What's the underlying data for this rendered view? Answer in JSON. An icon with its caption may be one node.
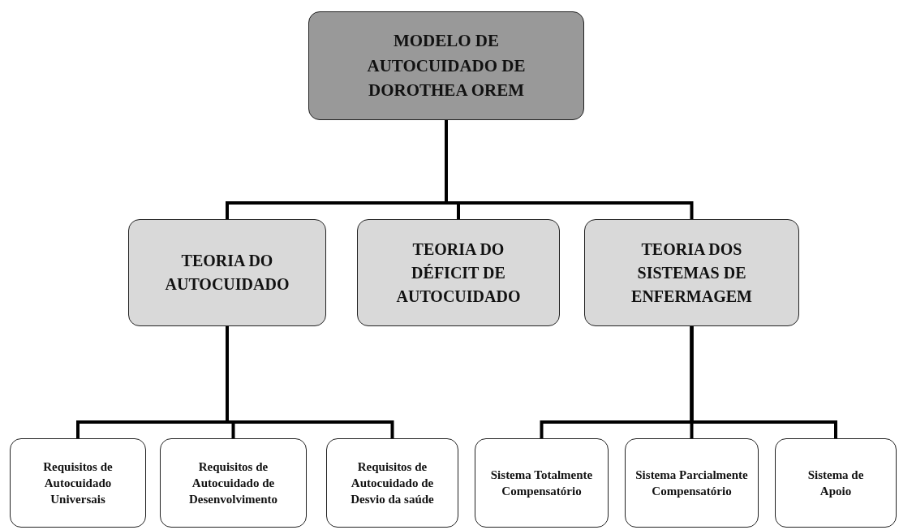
{
  "diagram": {
    "nodes": [
      {
        "text": [
          "MODELO DE AUTOCUIDADO DE DOROTHEA OREM"
        ]
      },
      {
        "text": [
          "TEORIA DO AUTOCUIDADO"
        ]
      },
      {
        "text": [
          "TEORIA DO DÉFICIT DE AUTOCUIDADO"
        ]
      },
      {
        "text": [
          "TEORIA DOS SISTEMAS DE ENFERMAGEM"
        ]
      },
      {
        "text": [
          "Requisitos de Autocuidado Universais"
        ]
      },
      {
        "text": [
          "Requisitos de Autocuidado de Desenvolvimento"
        ]
      },
      {
        "text": [
          "Requisitos de Autocuidado de Desvio da saúde"
        ]
      },
      {
        "text": [
          "Sistema Totalmente Compensatório"
        ]
      },
      {
        "text": [
          "Sistema Parcialmente Compensatório"
        ]
      },
      {
        "text": [
          "Sistema de Apoio"
        ]
      }
    ],
    "edges": [
      {
        "from": 0,
        "to": 1,
        "arrow": "none"
      },
      {
        "from": 0,
        "to": 2,
        "arrow": "none"
      },
      {
        "from": 0,
        "to": 3,
        "arrow": "none"
      },
      {
        "from": 1,
        "to": 4,
        "arrow": "none"
      },
      {
        "from": 1,
        "to": 5,
        "arrow": "none"
      },
      {
        "from": 1,
        "to": 6,
        "arrow": "none"
      },
      {
        "from": 3,
        "to": 7,
        "arrow": "none"
      },
      {
        "from": 3,
        "to": 8,
        "arrow": "none"
      },
      {
        "from": 3,
        "to": 9,
        "arrow": "none"
      }
    ]
  }
}
